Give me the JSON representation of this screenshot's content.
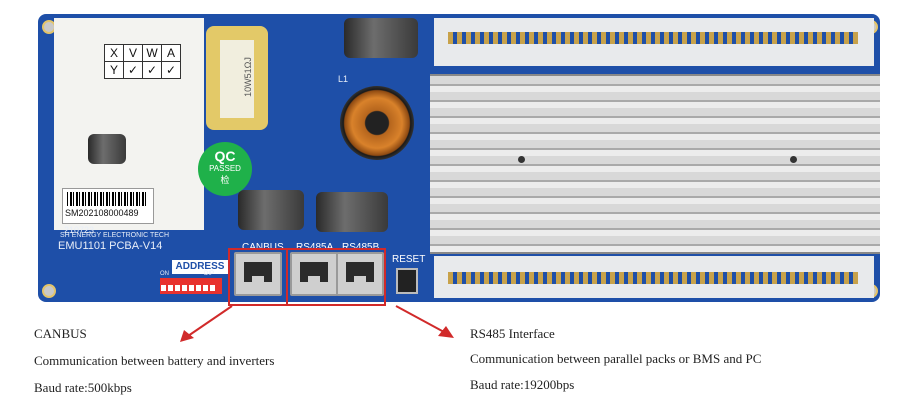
{
  "board": {
    "check_table": {
      "headers": [
        "X",
        "V",
        "W",
        "A"
      ],
      "row": [
        "Y",
        "✓",
        "✓",
        "✓"
      ]
    },
    "resistor_text": "10W51ΩJ",
    "qc_sticker": {
      "title": "QC",
      "status": "PASSED",
      "mark": "检"
    },
    "barcode_number": "SM202108000489",
    "barcode_sub": "210723",
    "company_silk": "SH ENERGY ELECTRONIC TECH",
    "pcba_label": "EMU1101 PCBA-V14",
    "inductor_label": "L1",
    "address_label": "ADDRESS",
    "dip_on": "ON",
    "dip_label": "DIP",
    "port_labels": [
      "CANBUS",
      "RS485A",
      "RS485B"
    ],
    "reset_label": "RESET"
  },
  "captions": {
    "left": {
      "title": "CANBUS",
      "desc": "Communication between battery and inverters",
      "baud": "Baud rate:500kbps"
    },
    "right": {
      "title": "RS485 Interface",
      "desc": "Communication between parallel packs or BMS and PC",
      "baud": "Baud rate:19200bps"
    }
  },
  "colors": {
    "pcb": "#1e4fa8",
    "highlight": "#d12a2a",
    "qc_green": "#1fb14a"
  }
}
